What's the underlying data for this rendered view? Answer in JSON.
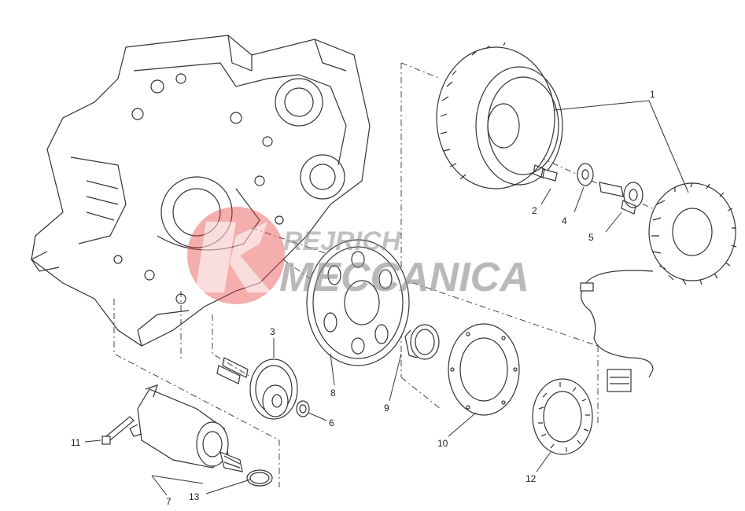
{
  "watermark": {
    "line1": "REJRICH",
    "line2": "MECCANICA",
    "circle_color": "#e63a3a",
    "text_color": "#8a8a8a"
  },
  "callouts": {
    "c1": "1",
    "c2": "2",
    "c3": "3",
    "c4": "4",
    "c5": "5",
    "c6": "6",
    "c7": "7",
    "c8": "8",
    "c9": "9",
    "c10": "10",
    "c11": "11",
    "c12": "12",
    "c13": "13"
  },
  "colors": {
    "line": "#333333",
    "background": "#ffffff"
  }
}
